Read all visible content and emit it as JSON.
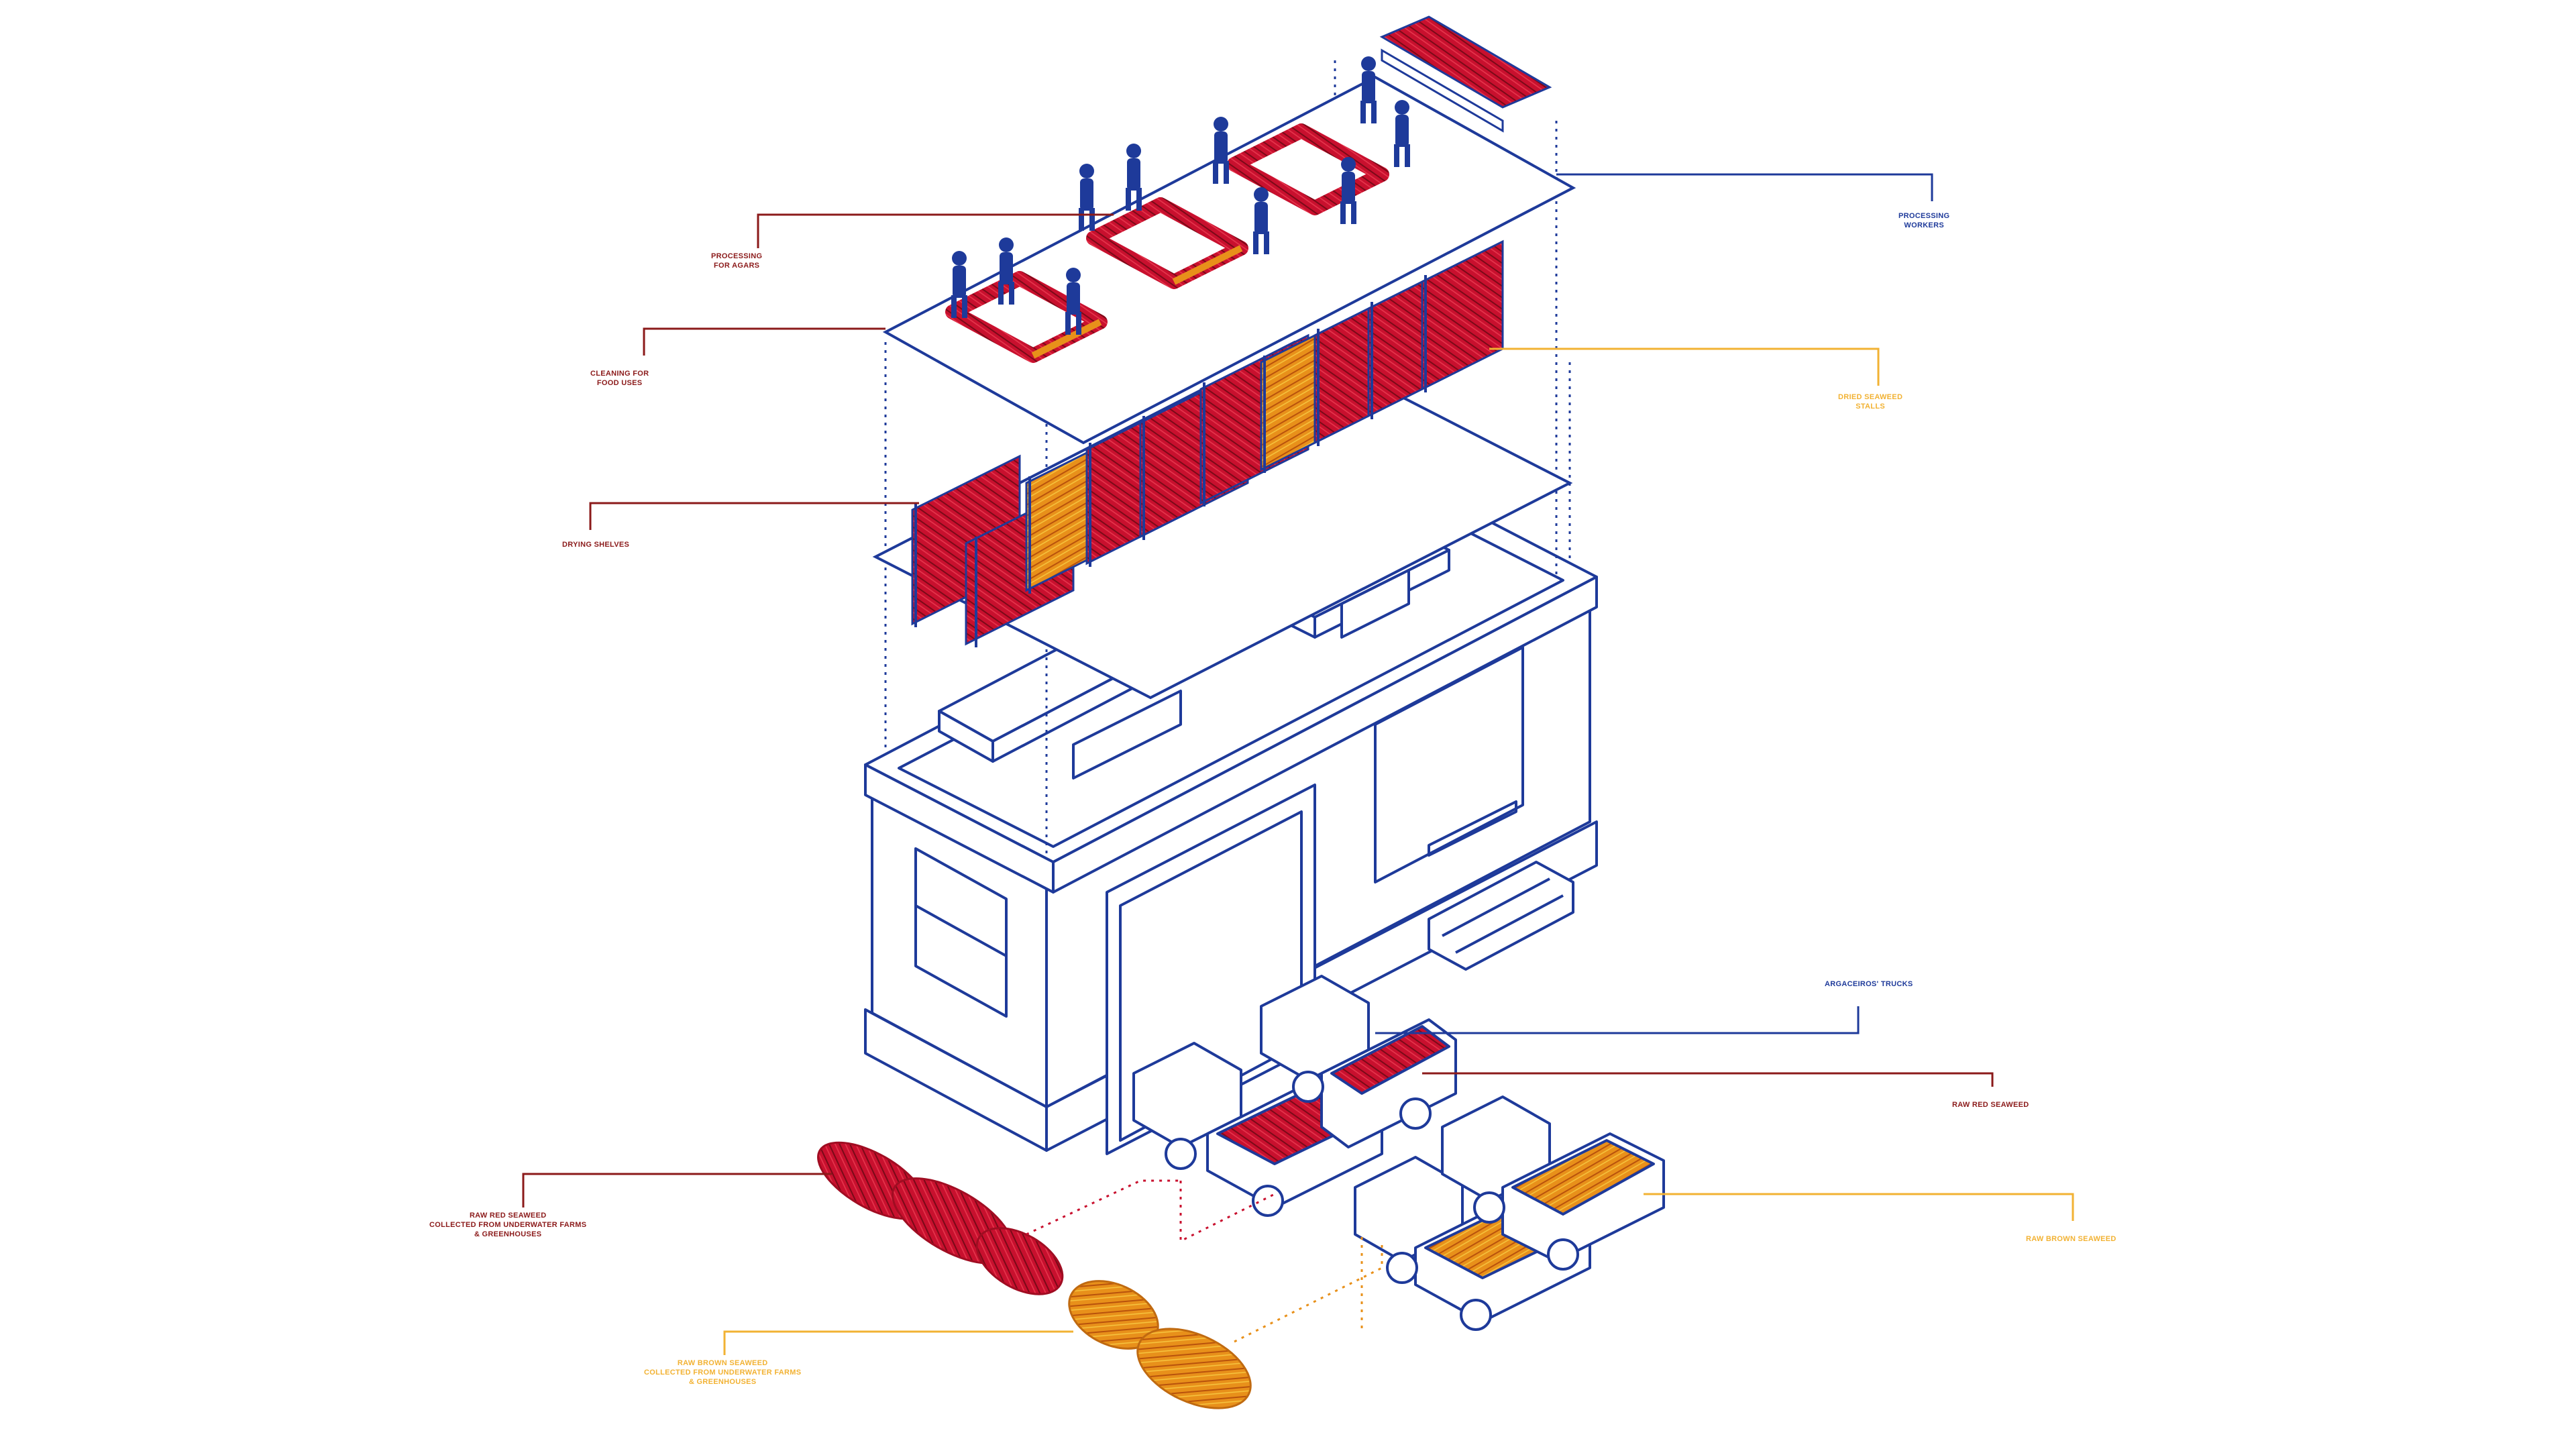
{
  "colors": {
    "blue": "#1e3a9a",
    "dark_red": "#8b1a1a",
    "yellow": "#f2b233",
    "red_seaweed": "#c8102e",
    "orange_seaweed": "#e8901a"
  },
  "labels": {
    "processing_for_agars": [
      "PROCESSING",
      "FOR AGARS"
    ],
    "cleaning_for_food_uses": [
      "CLEANING FOR",
      "FOOD USES"
    ],
    "drying_shelves": [
      "DRYING SHELVES"
    ],
    "processing_workers": [
      "PROCESSING",
      "WORKERS"
    ],
    "dried_seaweed_stalls": [
      "DRIED SEAWEED",
      "STALLS"
    ],
    "argaceiros_trucks": [
      "ARGACEIROS' TRUCKS"
    ],
    "raw_red_seaweed": [
      "RAW RED SEAWEED"
    ],
    "raw_red_seaweed_collected": [
      "RAW RED SEAWEED",
      "COLLECTED FROM UNDERWATER FARMS",
      "& GREENHOUSES"
    ],
    "raw_brown_seaweed": [
      "RAW BROWN SEAWEED"
    ],
    "raw_brown_seaweed_collected": [
      "RAW BROWN SEAWEED",
      "COLLECTED FROM UNDERWATER FARMS",
      "& GREENHOUSES"
    ]
  }
}
